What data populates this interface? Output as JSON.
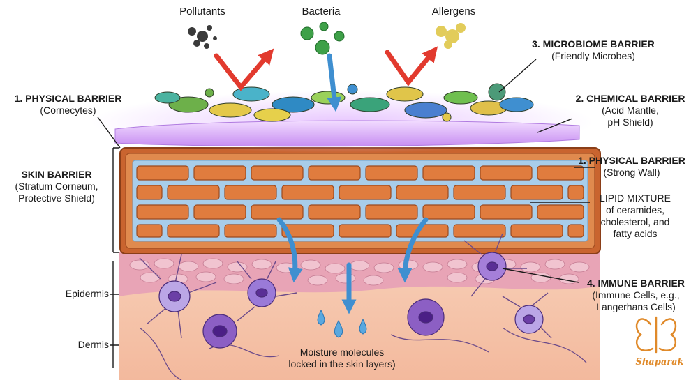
{
  "threats": {
    "pollutants": "Pollutants",
    "bacteria": "Bacteria",
    "allergens": "Allergens"
  },
  "labels": {
    "microbiome": {
      "title": "3. MICROBIOME BARRIER",
      "sub": "(Friendly Microbes)"
    },
    "physical_left": {
      "title": "1. PHYSICAL BARRIER",
      "sub": "(Cornecytes)"
    },
    "chemical": {
      "title": "2. CHEMICAL BARRIER",
      "sub1": "(Acid Mantle,",
      "sub2": "pH Shield)"
    },
    "skin_barrier": {
      "title": "SKIN BARRIER",
      "sub1": "(Stratum Corneum,",
      "sub2": "Protective Shield)"
    },
    "physical_right": {
      "title": "1. PHYSICAL BARRIER",
      "sub": "(Strong Wall)"
    },
    "lipid": {
      "line1": "LIPID MIXTURE",
      "line2": "of ceramides,",
      "line3": "cholesterol, and",
      "line4": "fatty acids"
    },
    "immune": {
      "title": "4. IMMUNE BARRIER",
      "sub1": "(Immune Cells, e.g.,",
      "sub2": "Langerhans Cells)"
    },
    "epidermis": "Epidermis",
    "dermis": "Dermis",
    "moisture": {
      "line1": "Moisture molecules",
      "line2": "locked in the skin layers)"
    }
  },
  "watermark": "Shaparak",
  "colors": {
    "brick": "#d9773d",
    "mortar": "#9fc6e6",
    "acid_mantle": "#d9a8ff",
    "epidermis": "#e9a6b7",
    "dermis": "#f4c3a9",
    "arrow_red": "#e23a2e",
    "arrow_blue": "#3f8fd0",
    "immune_cell": "#8c5fc4",
    "watermark": "#e08a2a"
  }
}
